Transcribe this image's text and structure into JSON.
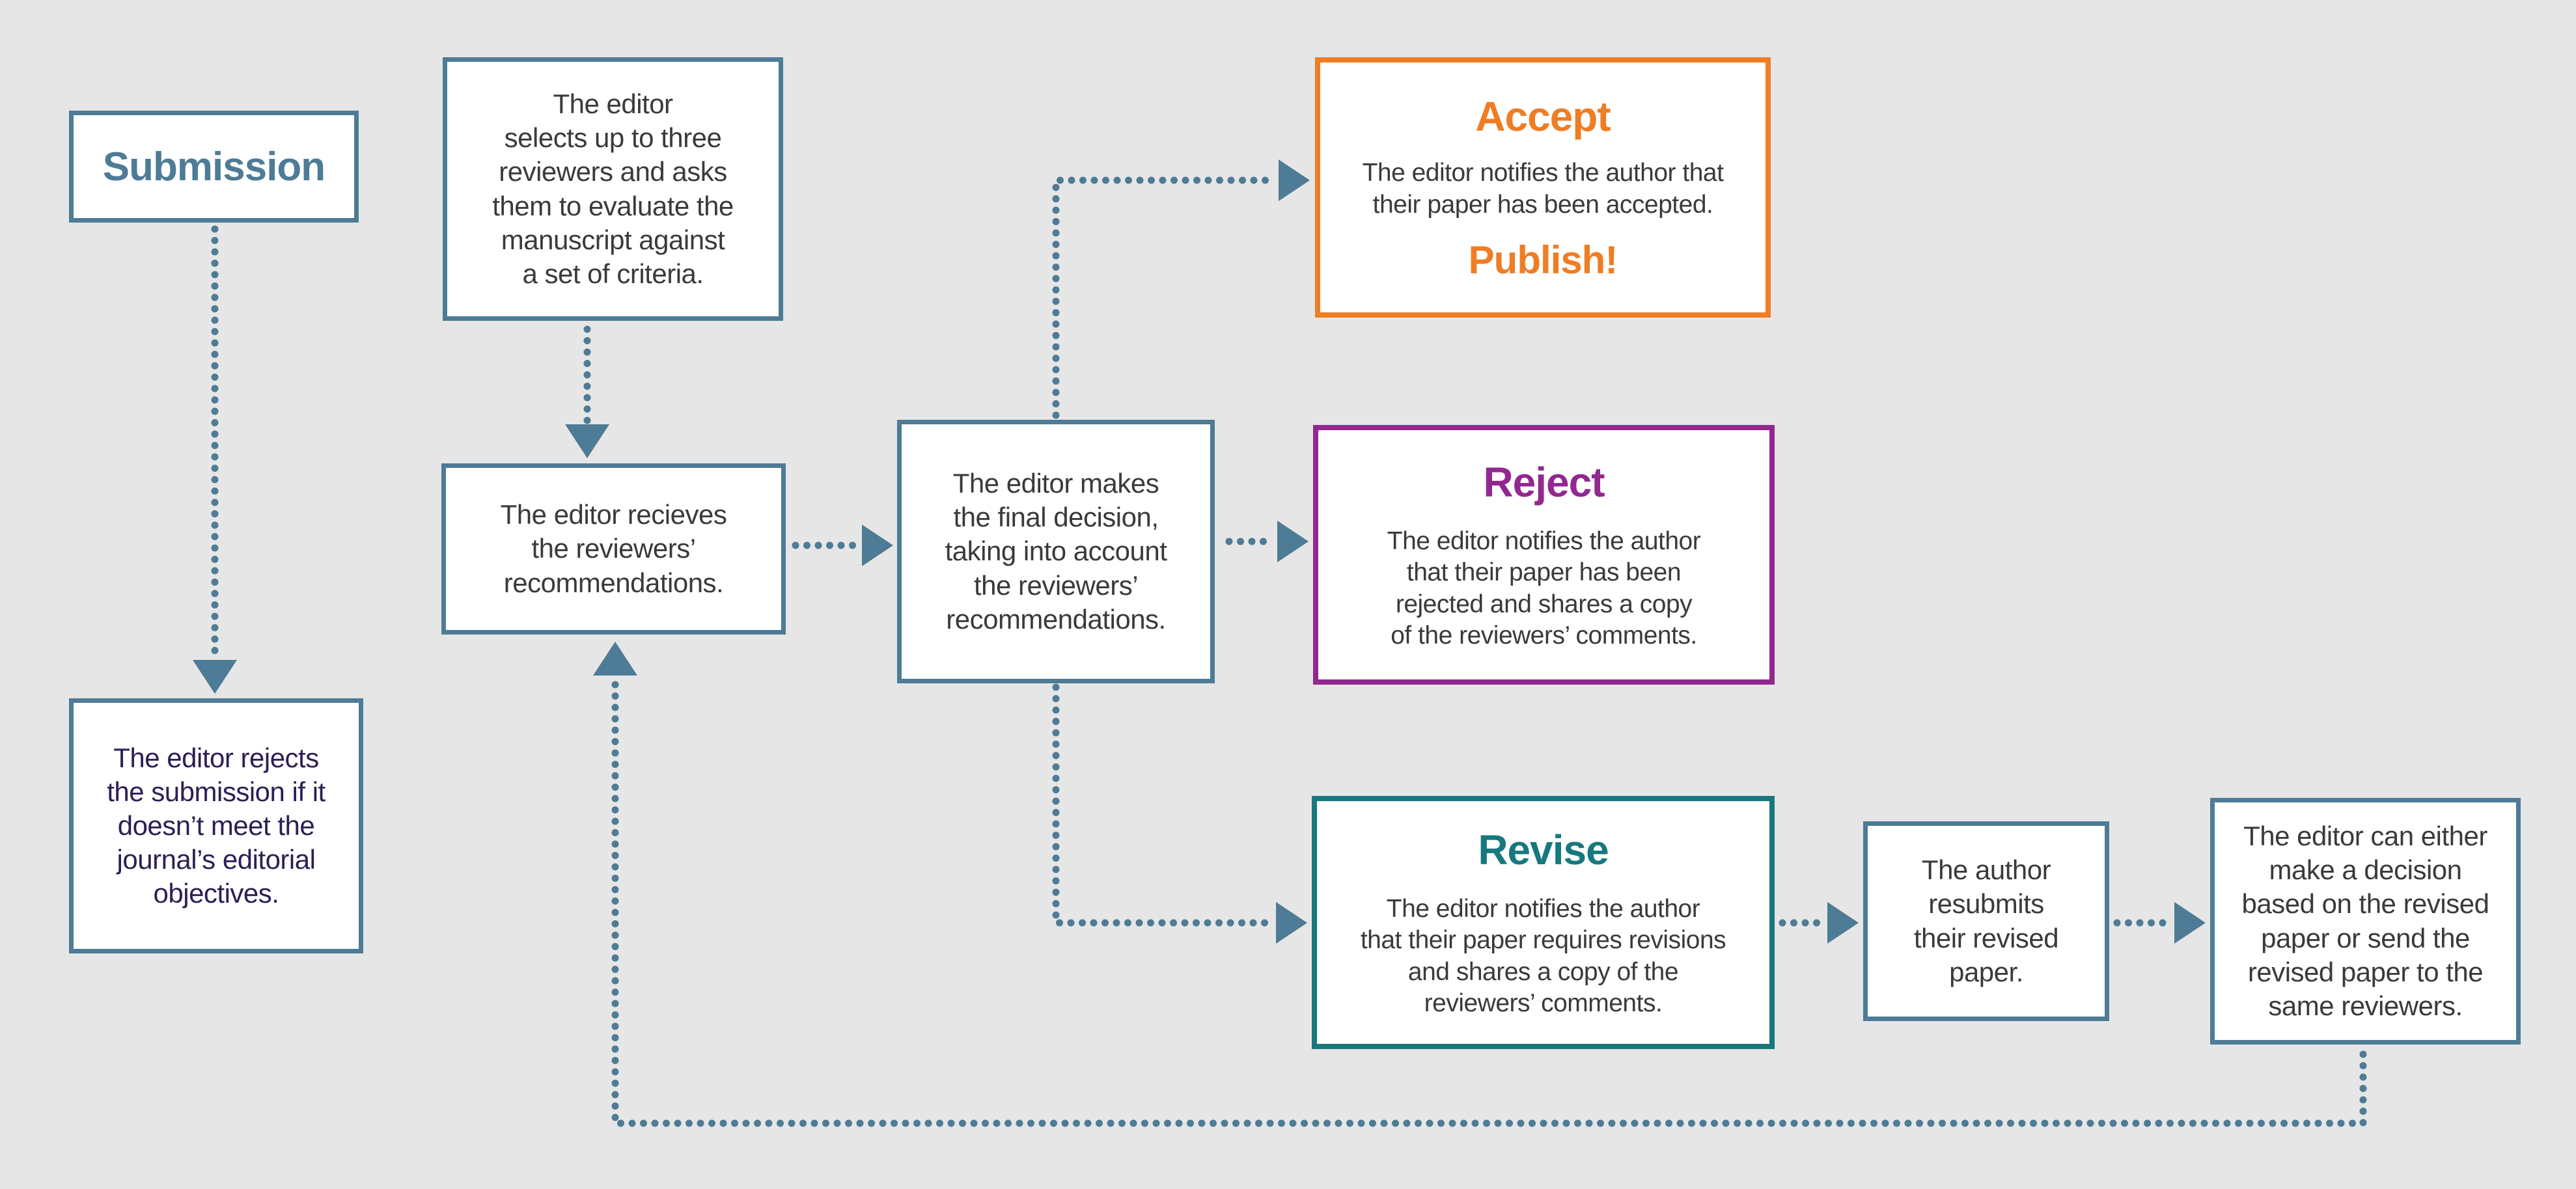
{
  "colors": {
    "bg": "#e6e6e6",
    "slate": "#4e7b96",
    "text": "#3a3a3a",
    "indigo": "#2d1e54",
    "orange": "#ef7d24",
    "purple": "#92278f",
    "teal": "#17787e",
    "white": "#ffffff"
  },
  "nodes": {
    "submission": {
      "label": "Submission"
    },
    "select_reviewers": {
      "text": "The editor\nselects up to three\nreviewers and asks\nthem to evaluate the\nmanuscript against\na set of criteria."
    },
    "receive_recommendations": {
      "text": "The editor recieves\nthe reviewers’\nrecommendations."
    },
    "desk_reject": {
      "text": "The editor rejects\nthe submission if it\ndoesn’t meet the\njournal’s editorial\nobjectives."
    },
    "final_decision": {
      "text": "The editor makes\nthe final decision,\ntaking into account\nthe reviewers’\nrecommendations."
    },
    "accept": {
      "title": "Accept",
      "text": "The editor notifies the author that\ntheir paper has been accepted.",
      "footer": "Publish!"
    },
    "reject": {
      "title": "Reject",
      "text": "The editor notifies the author\nthat their paper has been\nrejected and shares a copy\nof the reviewers’ comments."
    },
    "revise": {
      "title": "Revise",
      "text": "The editor notifies the author\nthat their paper requires revisions\nand shares a copy of the\nreviewers’ comments."
    },
    "resubmit": {
      "text": "The author\nresubmits\ntheir revised\npaper."
    },
    "revised_decision": {
      "text": "The editor can either\nmake a decision\nbased on the revised\npaper or send the\nrevised paper to the\nsame reviewers."
    }
  }
}
